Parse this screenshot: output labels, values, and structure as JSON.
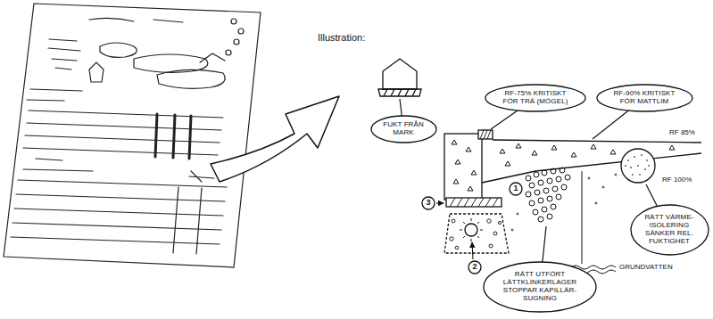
{
  "diagram": {
    "nodes": [
      {
        "text": [
          "FUKT FRÅN MARK"
        ]
      },
      {
        "text": [
          "RF-75% KRITISKT FÖR TRÄ (MÖGEL)"
        ]
      },
      {
        "text": [
          "RF-90% KRITISKT FÖR MATTLIM"
        ]
      },
      {
        "text": [
          "3"
        ]
      },
      {
        "text": [
          "1"
        ]
      },
      {
        "text": [
          "2"
        ]
      },
      {
        "text": [
          "RÄTT VÄRME-ISOLERING SÄNKER REL. FUKTIGHET"
        ]
      },
      {
        "text": [
          "RÄTT UTFÖRT LÄTTKLINKERLAGER STOPPAR KAPILLÄR-SUGNING"
        ]
      }
    ],
    "labels": [
      "Illustration:",
      "RF 85%",
      "RF 100%",
      "GRUNDVATTEN"
    ]
  }
}
